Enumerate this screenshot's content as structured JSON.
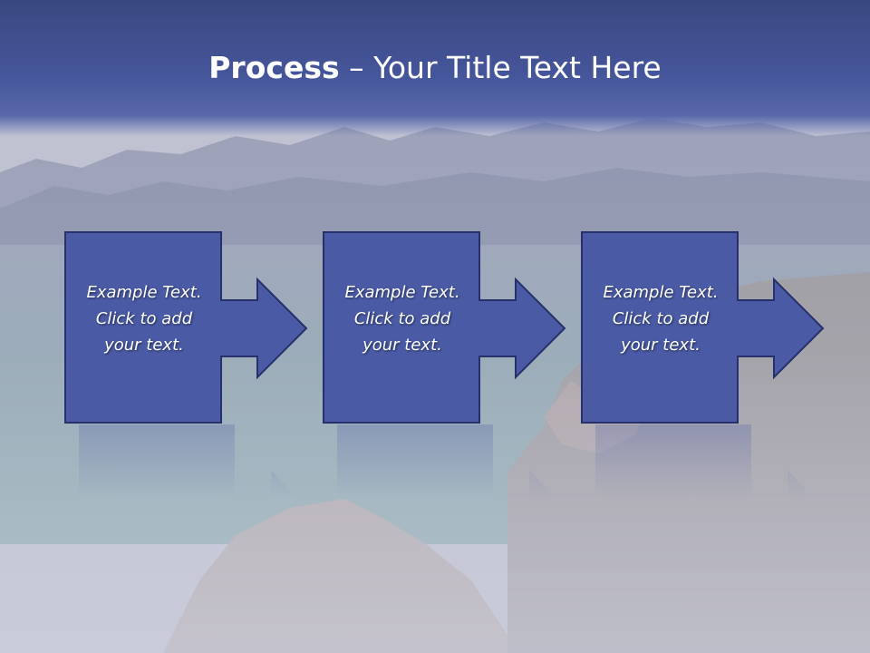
{
  "slide": {
    "title_strong": "Process",
    "title_rest": " – Your Title Text Here"
  },
  "steps": [
    {
      "line1": "Example Text.",
      "line2": "Click  to add",
      "line3": "your text."
    },
    {
      "line1": "Example Text.",
      "line2": "Click  to add",
      "line3": "your text."
    },
    {
      "line1": "Example Text.",
      "line2": "Click  to add",
      "line3": "your text."
    }
  ],
  "colors": {
    "title_bar": "#3a4880",
    "box_fill": "#4a5aa5",
    "box_border": "#26306a",
    "text": "#ffffff"
  }
}
